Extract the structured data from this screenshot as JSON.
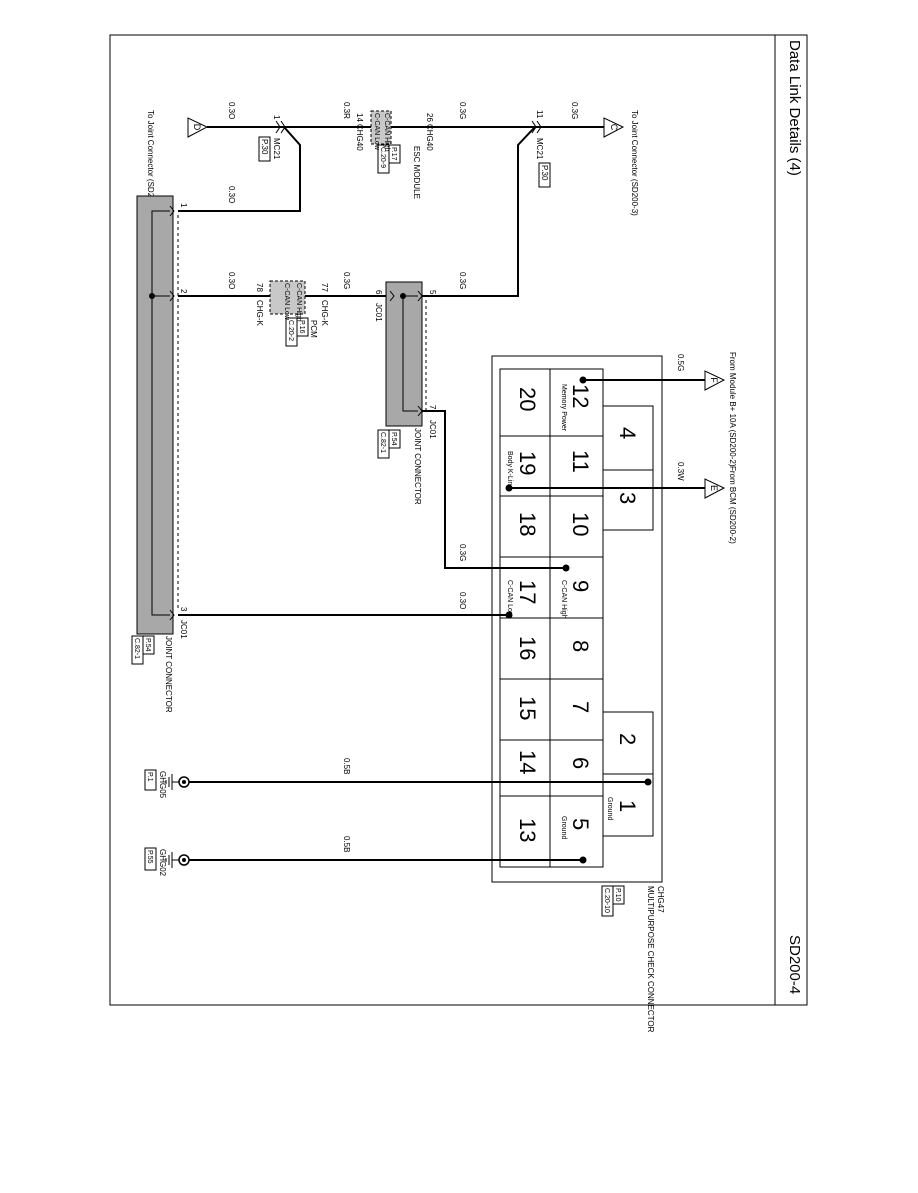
{
  "header": {
    "title": "Data Link Details (4)",
    "page_code": "SD200-4"
  },
  "connectors": {
    "to_joint_d": {
      "letter": "D",
      "label": "To Joint Connector (SD200-3)"
    },
    "to_joint_c": {
      "letter": "C",
      "label": "To Joint Connector (SD200-3)"
    },
    "from_module": {
      "letter": "F",
      "label": "From Module B+ 10A (SD200-2)"
    },
    "from_bcm": {
      "letter": "E",
      "label": "From BCM (SD200-2)"
    }
  },
  "esc_module": {
    "name": "ESC MODULE",
    "pin_high": "26",
    "conn_high": "CHG40",
    "pin_low": "14",
    "conn_low": "CHG40",
    "label_high": "C-CAN High",
    "label_low": "C-CAN Low",
    "ref_page": "P.17",
    "ref_code": "C.20-9"
  },
  "pcm": {
    "name": "PCM",
    "pin_high": "77",
    "conn_high": "CHG-K",
    "pin_low": "78",
    "conn_low": "CHG-K",
    "label_high": "C-CAN High",
    "label_low": "C-CAN Low",
    "ref_page": "P.16",
    "ref_code": "C.20-2"
  },
  "mc21_left": {
    "pin": "1",
    "name": "MC21",
    "ref": "P.30"
  },
  "mc21_right": {
    "pin": "11",
    "name": "MC21",
    "ref": "P.30"
  },
  "joint_small": {
    "pins": [
      "5",
      "6",
      "7"
    ],
    "id": "JC01",
    "name": "JOINT CONNECTOR",
    "ref_page": "P.54",
    "ref_code": "C.82-1"
  },
  "joint_large": {
    "pins": [
      "1",
      "2",
      "3"
    ],
    "id": "JC01",
    "name": "JOINT CONNECTOR",
    "ref_page": "P.54",
    "ref_code": "C.82-1"
  },
  "check_connector": {
    "id": "CHG47",
    "name": "MULTIPURPOSE CHECK CONNECTOR",
    "ref_page": "P.10",
    "ref_code": "C.20-10",
    "cells": [
      {
        "num": "12",
        "label": "Memory Power"
      },
      {
        "num": "20",
        "label": ""
      },
      {
        "num": "4",
        "label": ""
      },
      {
        "num": "11",
        "label": ""
      },
      {
        "num": "19",
        "label": "Body K-Line"
      },
      {
        "num": "3",
        "label": ""
      },
      {
        "num": "10",
        "label": ""
      },
      {
        "num": "18",
        "label": ""
      },
      {
        "num": "9",
        "label": "C-CAN High"
      },
      {
        "num": "17",
        "label": "C-CAN Low"
      },
      {
        "num": "8",
        "label": ""
      },
      {
        "num": "16",
        "label": ""
      },
      {
        "num": "7",
        "label": ""
      },
      {
        "num": "15",
        "label": ""
      },
      {
        "num": "2",
        "label": ""
      },
      {
        "num": "6",
        "label": ""
      },
      {
        "num": "14",
        "label": ""
      },
      {
        "num": "1",
        "label": "Ground"
      },
      {
        "num": "5",
        "label": "Ground"
      },
      {
        "num": "13",
        "label": ""
      }
    ]
  },
  "grounds": [
    {
      "name": "GHG05",
      "ref": "P.1"
    },
    {
      "name": "GHG02",
      "ref": "P.55"
    }
  ],
  "wire_labels": {
    "w_d_mc21": "0.3O",
    "w_mc21_esc": "0.3R",
    "w_esc_mc21r": "0.3G",
    "w_mc21r_c": "0.3G",
    "w_mc21_j1": "0.3O",
    "w_j2_pcm": "0.3O",
    "w_pcm_j6": "0.3G",
    "w_j5_mc21r": "0.3G",
    "w_module": "0.5G",
    "w_bcm": "0.3W",
    "w_j7_pin9": "0.3G",
    "w_j3_pin17": "0.3O",
    "w_gnd1": "0.5B",
    "w_gnd2": "0.5B"
  }
}
